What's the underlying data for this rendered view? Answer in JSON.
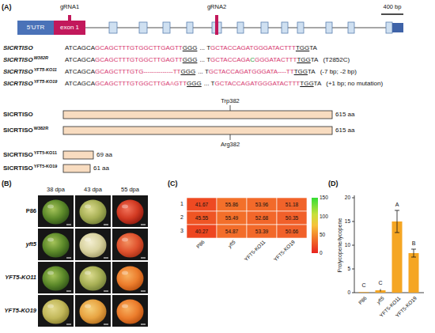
{
  "diagram": {
    "nodes": [
      {
        "text": [
          "5'UTR"
        ]
      },
      {
        "text": [
          "exon 1"
        ]
      }
    ],
    "labels": [
      "(A)",
      "gRNA1",
      "gRNA2",
      "400 bp",
      "SlCRTISO",
      "ATCAGCA",
      "GCAGCTTTGTGGCTTGAGTT",
      "GGG",
      "... T",
      "GCTACCAGATGGGATACTTT",
      "TGG",
      "TA",
      "SlCRTISO",
      "W382R",
      "ATCAGCA",
      "GCAGCTTTGTGGCTTGAGTT",
      "GGG",
      "... T",
      "GCTACCAGA",
      "C",
      "GGGATACTTT",
      "TGG",
      "TA",
      "(T2852C)",
      "SlCRTISO",
      "YFT5-KO11",
      "ATCAGCA",
      "GCAGCTTTGTG--------------TT",
      "GGG",
      "... T",
      "GCTACCAGATGGGATA----TT",
      "TGG",
      "TA",
      "(-7 bp; -2 bp)",
      "SlCRTISO",
      "YFT5-KO19",
      "ATCAGCA",
      "GCAGCTTTGTGGCTTGA",
      "A",
      "GTT",
      "GGG",
      "... T",
      "GCTACCAGATGGGATACTTT",
      "TGG",
      "TA",
      "(+1 bp; no mutation)",
      "SlCRTISO",
      "Trp382",
      "615 aa",
      "SlCRTISO",
      "W382R",
      "615 aa",
      "Arg382",
      "SlCRTISO",
      "YFT5-KO11",
      "69 aa",
      "SlCRTISO",
      "YFT5-KO19",
      "61 aa",
      "(B)",
      "38 dpa",
      "43 dpa",
      "55 dpa",
      "P86",
      "yft5",
      "YFT5-KO11",
      "YFT5-KO19",
      "(C)",
      "1",
      "2",
      "3",
      "41.67",
      "55.86",
      "53.96",
      "51.18",
      "45.55",
      "55.49",
      "52.68",
      "50.35",
      "40.27",
      "54.87",
      "53.39",
      "50.66",
      "150",
      "100",
      "50",
      "0",
      "P86",
      "yft5",
      "YFT5-KO11",
      "YFT5-KO19",
      "(D)",
      "Prolycopene/lycopene",
      "20",
      "15",
      "10",
      "5",
      "0",
      "C",
      "C",
      "A",
      "B",
      "P86",
      "yft5",
      "YFT5-KO11",
      "YFT5-KO19"
    ]
  }
}
